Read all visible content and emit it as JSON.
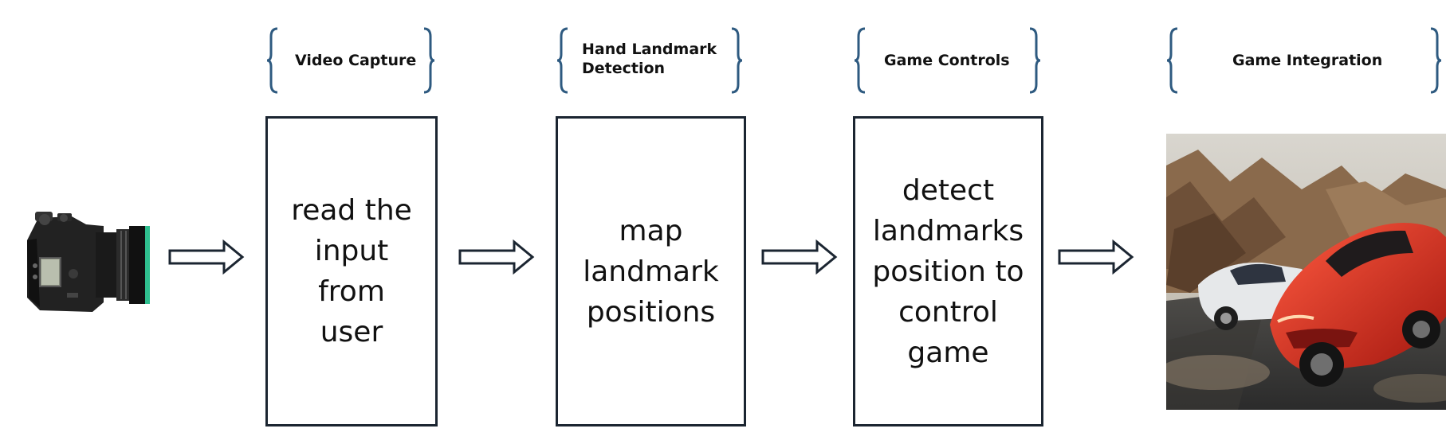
{
  "diagram": {
    "stages": [
      {
        "id": "video-capture",
        "label": "Video Capture",
        "description": "read the\ninput\nfrom\nuser"
      },
      {
        "id": "hand-landmark-detection",
        "label": "Hand Landmark\nDetection",
        "description": "map\nlandmark\npositions"
      },
      {
        "id": "game-controls",
        "label": "Game Controls",
        "description": "detect\nlandmarks\nposition to\ncontrol\ngame"
      },
      {
        "id": "game-integration",
        "label": "Game Integration",
        "description": ""
      }
    ],
    "input_image": "camera-photo",
    "output_image": "racing-game-screenshot",
    "colors": {
      "brace": "#2e5a80",
      "box_border": "#1b2531",
      "arrow_stroke": "#1b2531"
    }
  }
}
